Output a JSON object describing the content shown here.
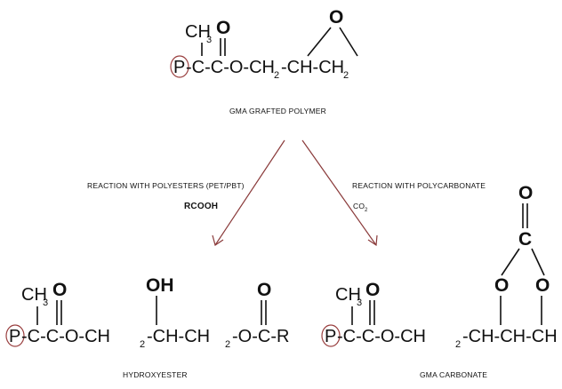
{
  "top": {
    "P": "P",
    "CH3": "CH",
    "CH3_sub": "3",
    "O_carbonyl": "O",
    "O_epoxide": "O",
    "chain": "-C-C-O-CH",
    "sub1": "2",
    "mid": "-CH-CH",
    "sub2": "2",
    "caption": "GMA GRAFTED POLYMER"
  },
  "reactions": {
    "left_label": "REACTION WITH POLYESTERS (PET/PBT)",
    "left_reagent": "RCOOH",
    "right_label": "REACTION WITH POLYCARBONATE",
    "right_reagent": "CO",
    "right_reagent_sub": "2"
  },
  "bottom_left": {
    "P": "P",
    "CH3": "CH",
    "CH3_sub": "3",
    "O_carbonyl": "O",
    "OH": "OH",
    "O_ester": "O",
    "chain_a": "-C-C-O-CH",
    "sub1": "2",
    "chain_b": "-CH-CH",
    "sub2": "2",
    "chain_c": "-O-C-R",
    "caption": "HYDROXYESTER"
  },
  "bottom_right": {
    "P": "P",
    "CH3": "CH",
    "CH3_sub": "3",
    "O_carbonyl": "O",
    "O_top": "O",
    "C_ring": "C",
    "O_ring_left": "O",
    "O_ring_right": "O",
    "chain_a": "-C-C-O-CH",
    "sub1": "2",
    "chain_b": "-CH-CH-CH",
    "caption": "GMA CARBONATE"
  }
}
